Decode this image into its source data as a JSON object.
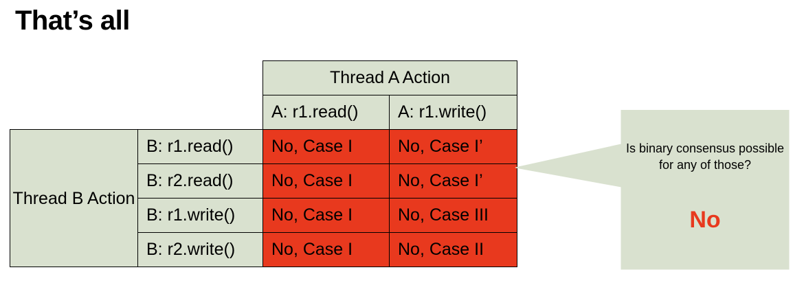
{
  "slide": {
    "title": "That’s all"
  },
  "table": {
    "col_group_header": "Thread A Action",
    "col_headers": [
      "A: r1.read()",
      "A: r1.write()"
    ],
    "row_group_header": "Thread B Action",
    "rows": [
      {
        "label": "B: r1.read()",
        "cells": [
          "No, Case I",
          "No, Case I’"
        ]
      },
      {
        "label": "B: r2.read()",
        "cells": [
          "No, Case I",
          "No, Case I’"
        ]
      },
      {
        "label": "B: r1.write()",
        "cells": [
          "No, Case I",
          "No, Case III"
        ]
      },
      {
        "label": "B: r2.write()",
        "cells": [
          "No, Case I",
          "No, Case II"
        ]
      }
    ]
  },
  "callout": {
    "question": "Is binary consensus possible for any of those?",
    "answer": "No"
  },
  "colors": {
    "header_fill": "#d9e1cf",
    "result_fill": "#e8391e",
    "answer_text": "#e8391e"
  }
}
